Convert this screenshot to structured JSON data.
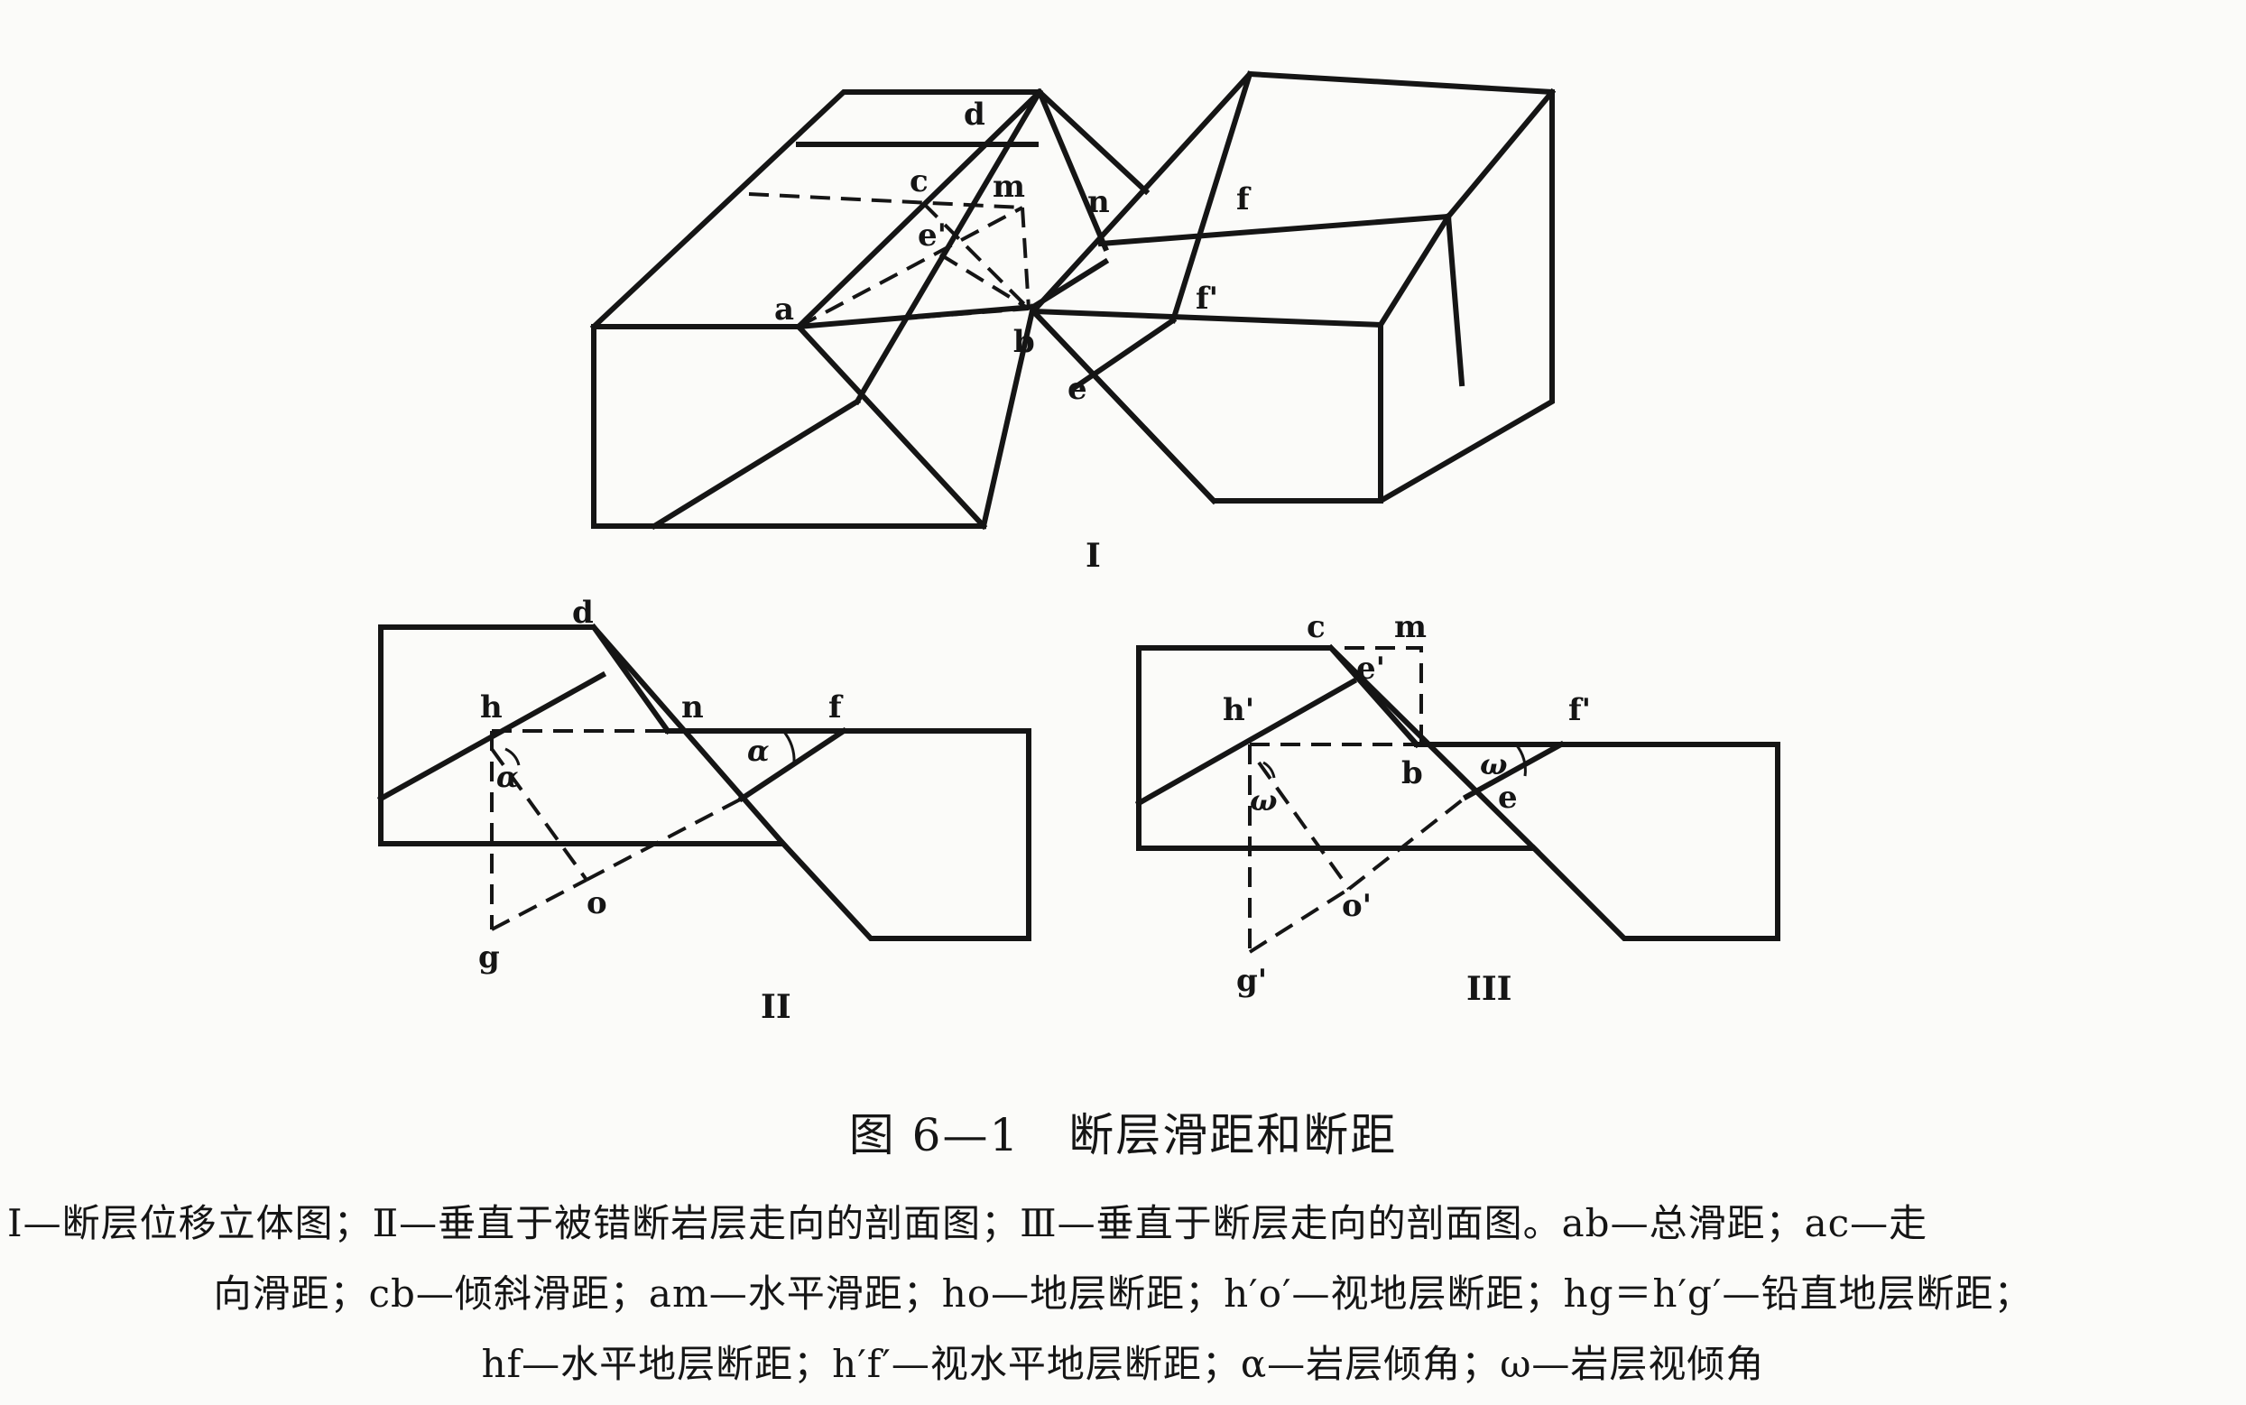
{
  "figure": {
    "caption_number": "图 6—1",
    "caption_title": "断层滑距和断距",
    "legend_lines": [
      "Ⅰ—断层位移立体图；Ⅱ—垂直于被错断岩层走向的剖面图；Ⅲ—垂直于断层走向的剖面图。ab—总滑距；ac—走",
      "向滑距；cb—倾斜滑距；am—水平滑距；ho—地层断距；h′o′—视地层断距；hg＝h′g′—铅直地层断距；",
      "hf—水平地层断距；h′f′—视水平地层断距；α—岩层倾角；ω—岩层视倾角"
    ]
  },
  "panel_1": {
    "roman": "I",
    "points": {
      "d": "d",
      "c": "c",
      "m": "m",
      "n": "n",
      "e_prime": "e'",
      "f": "f",
      "a": "a",
      "b": "b",
      "f_prime": "f'",
      "e": "e"
    }
  },
  "panel_2": {
    "roman": "II",
    "points": {
      "d": "d",
      "h": "h",
      "n": "n",
      "f": "f",
      "alpha_1": "α",
      "alpha_2": "α",
      "o": "o",
      "g": "g"
    }
  },
  "panel_3": {
    "roman": "III",
    "points": {
      "c": "c",
      "m": "m",
      "e_prime": "e'",
      "h_prime": "h'",
      "f_prime": "f'",
      "b": "b",
      "omega_1": "ω",
      "omega_2": "ω",
      "e": "e",
      "o_prime": "o'",
      "g_prime": "g'"
    }
  }
}
